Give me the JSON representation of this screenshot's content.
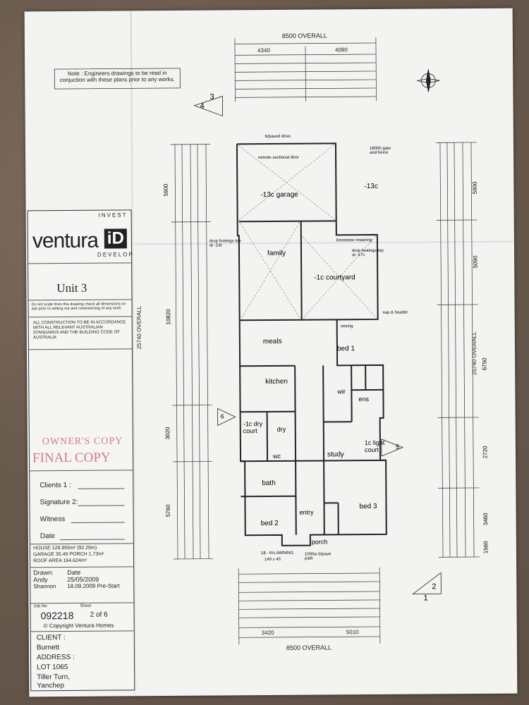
{
  "drawing": {
    "overall_top": "8500 OVERALL",
    "top_left_dim": "4340",
    "top_right_dim": "4090",
    "overall_bottom": "8500 OVERALL",
    "bottom_left_dim": "3420",
    "bottom_right_dim": "5010",
    "overall_left": "25740 OVERALL",
    "overall_right": "25740 OVERALL",
    "left_dims": [
      "5900",
      "10820",
      "3020",
      "5760"
    ],
    "right_dims": [
      "5900",
      "5090",
      "6750",
      "2720",
      "3460",
      "1560"
    ],
    "note": "Note : Engineers drawings to be read in conjuction with these plans prior to any works.",
    "section_marks": [
      "4",
      "3",
      "1",
      "2",
      "6",
      "5"
    ],
    "rooms": [
      {
        "label": "-13c garage"
      },
      {
        "label": "family"
      },
      {
        "label": "-1c courtyard"
      },
      {
        "label": "meals"
      },
      {
        "label": "kitchen"
      },
      {
        "label": "bed 1"
      },
      {
        "label": "wir"
      },
      {
        "label": "ens"
      },
      {
        "label": "-1c dry court"
      },
      {
        "label": "dry"
      },
      {
        "label": "wc"
      },
      {
        "label": "study"
      },
      {
        "label": "1c light court"
      },
      {
        "label": "bath"
      },
      {
        "label": "bed 2"
      },
      {
        "label": "entry"
      },
      {
        "label": "bed 3"
      },
      {
        "label": "porch"
      },
      {
        "label": "-13c"
      }
    ],
    "annotations": [
      "b/paved drive",
      "remote sectional door",
      "drop footings top at -14c",
      "drop footings top at -17c",
      "limestone retaining",
      "1800h gate and fence",
      "rwp & header",
      "18 - 6½ AWNING",
      "140 x 45",
      "nosing",
      "1000w b/pave path"
    ]
  },
  "title_block": {
    "brand_top": "INVEST",
    "brand_word": "ventura",
    "brand_mark": "iD",
    "brand_bottom": "DEVELOP",
    "unit": "Unit 3",
    "scale_note": "Do not scale from this drawing check all dimensions on site prior to setting out and commencing of any work",
    "standards_note": "ALL CONSTRUCTION TO BE IN ACCORDANCE WITH ALL RELEVANT AUSTRALIAN STANDARDS AND THE BUILDING CODE OF AUSTRALIA",
    "stamp_owner": "OWNER'S COPY",
    "stamp_final": "FINAL COPY",
    "clients_label": "Clients 1 :",
    "signature_label": "Signature 2:",
    "witness_label": "Witness",
    "date_label": "Date",
    "areas": [
      "HOUSE 128.955m² (92.25m)",
      "GARAGE 35.49  PORCH 1.73m²",
      "ROOF AREA 164.624m²"
    ],
    "drawn_label": "Drawn:",
    "date_col_label": "Date",
    "drawn_by": "Andy",
    "drawn_date": "25/05/2009",
    "revised_by": "Shannon",
    "revised_note": "18.09.2009 Pre-Start",
    "job_no_label": "Job No",
    "job_no": "092218",
    "sheet_label": "Sheet",
    "sheet": "2 of 6",
    "copyright": "© Copyright Ventura Homes",
    "client_label": "CLIENT :",
    "client_name": "Burnett",
    "address_label": "ADDRESS :",
    "address_lines": [
      "LOT 1065",
      "Tiller Turn,",
      "Yanchep"
    ]
  }
}
